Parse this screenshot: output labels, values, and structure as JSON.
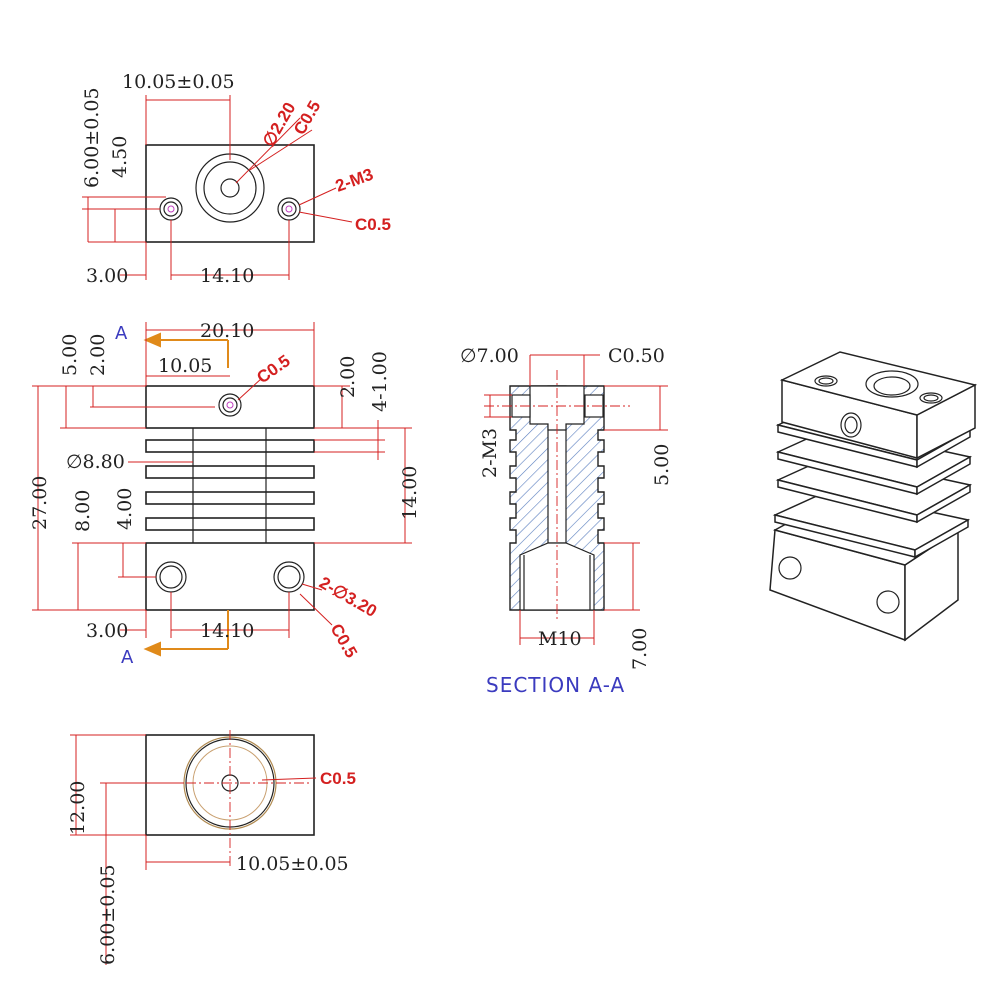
{
  "colors": {
    "dimension_line": "#d42020",
    "dimension_text": "#222222",
    "section_label": "#3b3bbf",
    "section_arrow": "#e08a1a",
    "outline": "#222222",
    "hatch": "#5a7fbf"
  },
  "top_view": {
    "width_dim": "10.05±0.05",
    "height_dim": "6.00±0.05",
    "inner_height_dim": "4.50",
    "hole_dia": "∅2.20",
    "chamfer_top": "C0.5",
    "thread": "2-M3",
    "chamfer_side": "C0.5",
    "left_offset": "3.00",
    "hole_spacing": "14.10"
  },
  "front_view": {
    "section_label_top": "A",
    "section_label_bottom": "A",
    "overall_width": "20.10",
    "half_width": "10.05",
    "top_dim_5": "5.00",
    "top_dim_2": "2.00",
    "chamfer_top": "C0.5",
    "right_dim_2": "2.00",
    "fin_thickness": "4-1.00",
    "shaft_dia": "∅8.80",
    "overall_height": "27.00",
    "fin_zone": "14.00",
    "bottom_dim_8": "8.00",
    "bottom_dim_4": "4.00",
    "bottom_left_offset": "3.00",
    "bottom_hole_spacing": "14.10",
    "hole_note": "2-∅3.20",
    "chamfer_bottom": "C0.5"
  },
  "section_view": {
    "bore_dia": "∅7.00",
    "chamfer": "C0.50",
    "thread_top": "2-M3",
    "depth_right": "5.00",
    "thread_bottom": "M10",
    "depth_bottom": "7.00",
    "title": "SECTION  A-A"
  },
  "bottom_view": {
    "height_dim": "12.00",
    "chamfer": "C0.5",
    "width_dim": "10.05±0.05",
    "left_dim": "6.00±0.05"
  }
}
